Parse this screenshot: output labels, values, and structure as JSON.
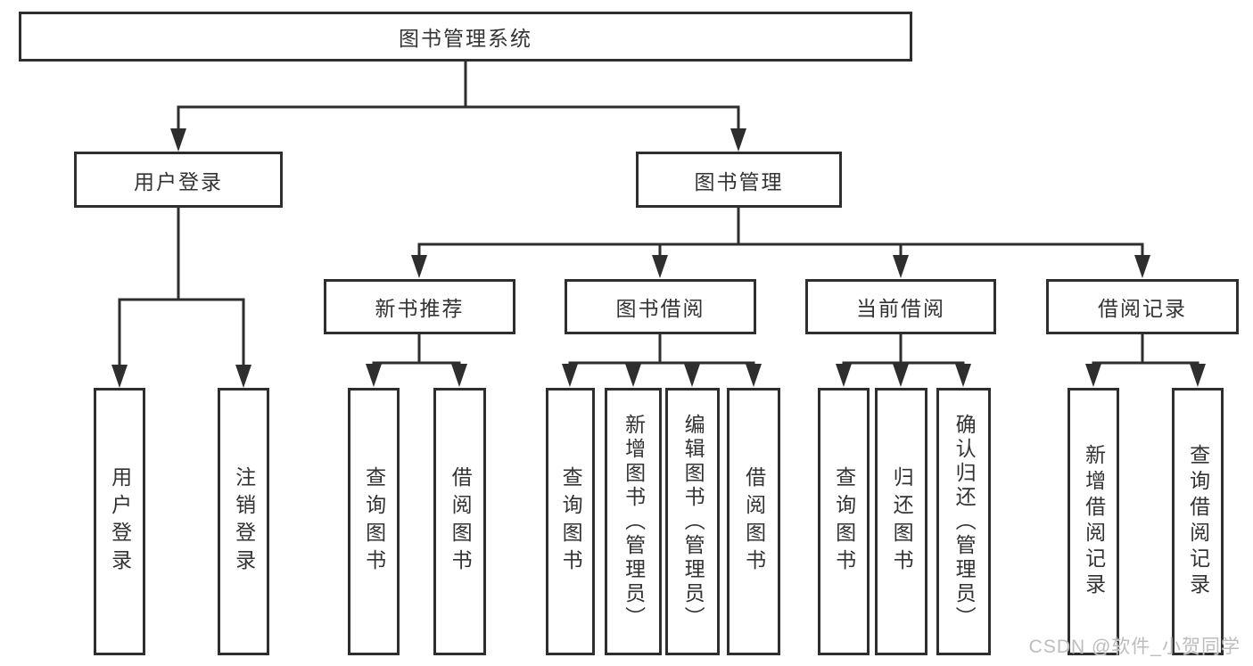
{
  "diagram": {
    "title": "图书管理系统",
    "tree": {
      "root": {
        "label": "图书管理系统"
      },
      "branches": [
        {
          "label": "用户登录",
          "children": [
            {
              "label": "用户登录"
            },
            {
              "label": "注销登录"
            }
          ]
        },
        {
          "label": "图书管理",
          "children": [
            {
              "label": "新书推荐",
              "children": [
                {
                  "label": "查询图书"
                },
                {
                  "label": "借阅图书"
                }
              ]
            },
            {
              "label": "图书借阅",
              "children": [
                {
                  "label": "查询图书"
                },
                {
                  "label": "新增图书（管理员）"
                },
                {
                  "label": "编辑图书（管理员）"
                },
                {
                  "label": "借阅图书"
                }
              ]
            },
            {
              "label": "当前借阅",
              "children": [
                {
                  "label": "查询图书"
                },
                {
                  "label": "归还图书"
                },
                {
                  "label": "确认归还（管理员）"
                }
              ]
            },
            {
              "label": "借阅记录",
              "children": [
                {
                  "label": "新增借阅记录"
                },
                {
                  "label": "查询借阅记录"
                }
              ]
            }
          ]
        }
      ]
    },
    "colors": {
      "line": "#2e2e2e",
      "text": "#333333",
      "background": "#ffffff",
      "watermark_text": "#bdbdbd"
    }
  },
  "watermark": "CSDN @软件_小贺同学"
}
